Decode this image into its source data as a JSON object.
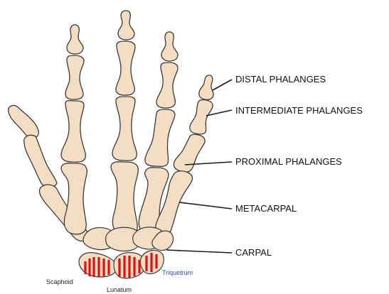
{
  "labels": {
    "distal_phalanges": "DISTAL PHALANGES",
    "intermediate_phalanges": "INTERMEDIATE PHALANGES",
    "proximal_phalanges": "PROXIMAL PHALANGES",
    "metacarpal": "METACARPAL",
    "carpal": "CARPAL"
  },
  "carpal_bone_labels": {
    "scaphoid": "Scaphoid",
    "lunatum": "Lunatum",
    "triquetrum": "Triquetrum"
  },
  "colors": {
    "bone_fill": "#f3dec4",
    "bone_outline": "#3a3a3a",
    "highlight": "#e01010",
    "label_text": "#111111",
    "triquetrum_label": "#2b4a8a"
  }
}
